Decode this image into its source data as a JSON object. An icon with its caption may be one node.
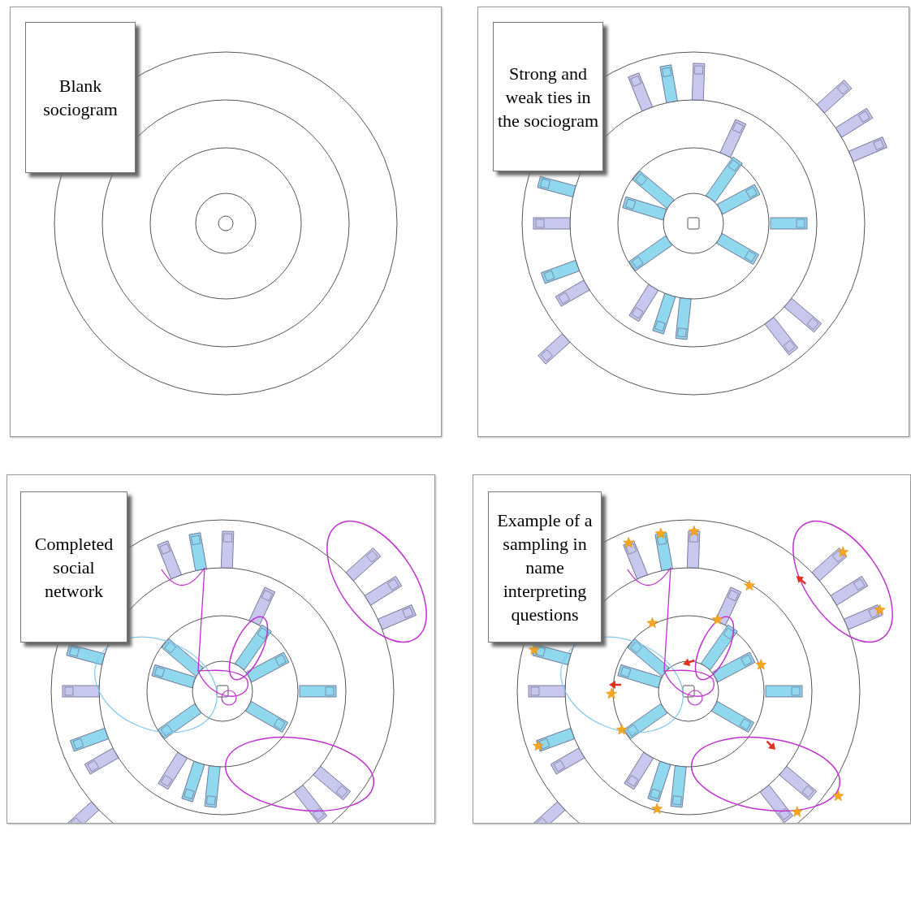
{
  "diagram": {
    "nodes": [
      {
        "text": [
          "Blank sociogram"
        ]
      },
      {
        "text": [
          "Strong and weak ties in the sociogram"
        ]
      },
      {
        "text": [
          "Completed social network"
        ]
      },
      {
        "text": [
          "Example of a sampling in name interpreting questions"
        ]
      }
    ]
  }
}
